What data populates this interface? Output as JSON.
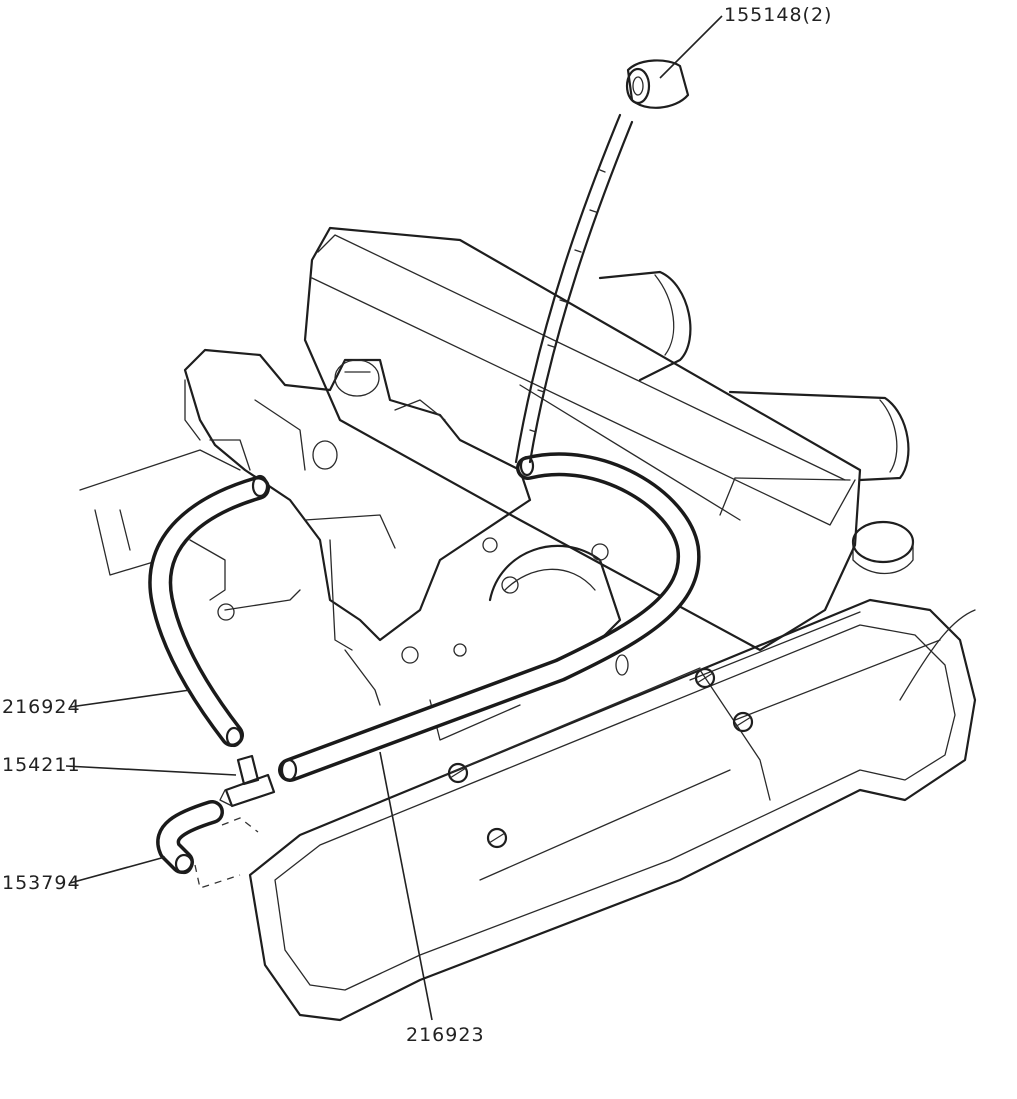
{
  "parts": [
    {
      "id": "155148",
      "label": "155148(2)"
    },
    {
      "id": "216924",
      "label": "216924"
    },
    {
      "id": "154211",
      "label": "154211"
    },
    {
      "id": "153794",
      "label": "153794"
    },
    {
      "id": "216923",
      "label": "216923"
    }
  ],
  "colors": {
    "ink": "#1e1e1e",
    "paper": "#ffffff"
  }
}
